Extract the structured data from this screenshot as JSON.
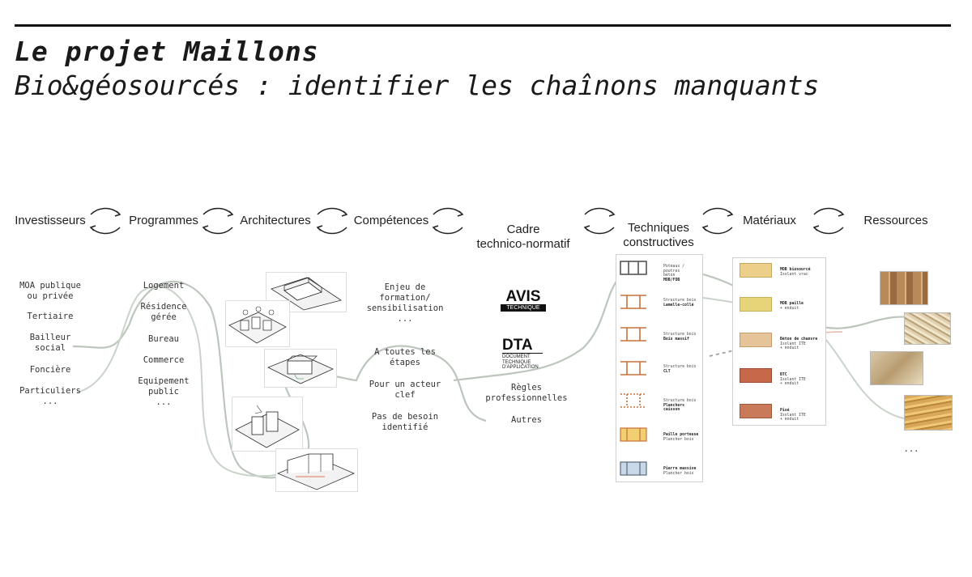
{
  "header": {
    "title": "Le projet Maillons",
    "subtitle": "Bio&géosourcés : identifier les chaînons manquants"
  },
  "chain": {
    "stages": [
      "Investisseurs",
      "Programmes",
      "Architectures",
      "Compétences",
      "Cadre\ntechnico-normatif",
      "Techniques\nconstructives",
      "Matériaux",
      "Ressources"
    ]
  },
  "investisseurs": [
    "MOA publique\nou privée",
    "Tertiaire",
    "Bailleur\nsocial",
    "Foncière",
    "Particuliers\n..."
  ],
  "programmes": [
    "Logement",
    "Résidence\ngérée",
    "Bureau",
    "Commerce",
    "Equipement\npublic\n..."
  ],
  "competences": {
    "top": "Enjeu de\nformation/\nsensibilisation\n...",
    "bottom": [
      "A toutes les\nétapes",
      "Pour un acteur\nclef",
      "Pas de besoin\nidentifié"
    ]
  },
  "cadre": {
    "avis_title": "AVIS",
    "avis_sub": "TECHNIQUE",
    "dta_title": "DTA",
    "dta_sub": "DOCUMENT\nTECHNIQUE\nD'APPLICATION",
    "regles": "Règles\nprofessionnelles",
    "autres": "Autres"
  },
  "techniques": [
    {
      "line1": "Poteaux / poutres",
      "line2": "béton",
      "bold": "MOB/FOB"
    },
    {
      "line1": "Structure bois",
      "line2": "",
      "bold": "Lamelle-collé"
    },
    {
      "line1": "Structure bois",
      "line2": "",
      "bold": "Bois massif"
    },
    {
      "line1": "Structure bois",
      "line2": "",
      "bold": "CLT"
    },
    {
      "line1": "Structure bois",
      "line2": "",
      "bold": "Planchers caisson"
    },
    {
      "line1": "",
      "line2": "Plancher bois",
      "bold": "Paille porteuse"
    },
    {
      "line1": "",
      "line2": "Plancher bois",
      "bold": "Pierre massive"
    }
  ],
  "materiaux": [
    {
      "bold": "MOB biosourcé",
      "sub": "Isolant vrac"
    },
    {
      "bold": "MOB paille",
      "sub": "+ enduit"
    },
    {
      "bold": "Béton de chanvre",
      "sub": "Isolant ITE\n+ enduit"
    },
    {
      "bold": "BTC",
      "sub": "Isolant ITE\n+ enduit"
    },
    {
      "bold": "Pisé",
      "sub": "Isolant ITE\n+ enduit"
    }
  ],
  "ressources": {
    "more": "..."
  },
  "colors": {
    "flow_line": "#b8c4b8",
    "flow_line_accent": "#e8b8a8",
    "wood": "#e9c77a",
    "brick": "#c8684a",
    "frame": "#c87a3a"
  }
}
